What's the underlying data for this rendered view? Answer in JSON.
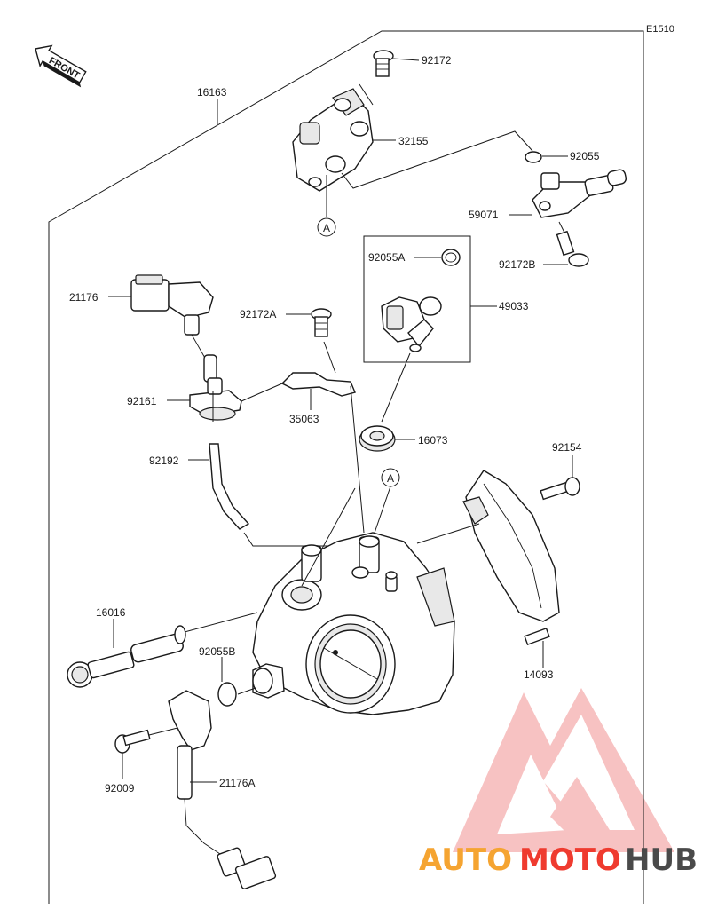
{
  "diagram_code": "E1510",
  "front_label": "FRONT",
  "callout_a": "A",
  "labels": {
    "p16163": "16163",
    "p92172": "92172",
    "p32155": "32155",
    "p92055": "92055",
    "p59071": "59071",
    "p92172B": "92172B",
    "p21176": "21176",
    "p92172A": "92172A",
    "p92055A": "92055A",
    "p49033": "49033",
    "p92161": "92161",
    "p35063": "35063",
    "p16073": "16073",
    "p92192": "92192",
    "p92154": "92154",
    "p16016": "16016",
    "p92055B": "92055B",
    "p14093": "14093",
    "p92009": "92009",
    "p21176A": "21176A"
  },
  "watermark": {
    "part1": "AUTO",
    "part2": "MOTO",
    "part3": "HUB",
    "color_orange": "#f5a431",
    "color_red": "#ef3b2f",
    "color_gray": "#4a4a4a",
    "logo_color": "#f08a8a"
  }
}
